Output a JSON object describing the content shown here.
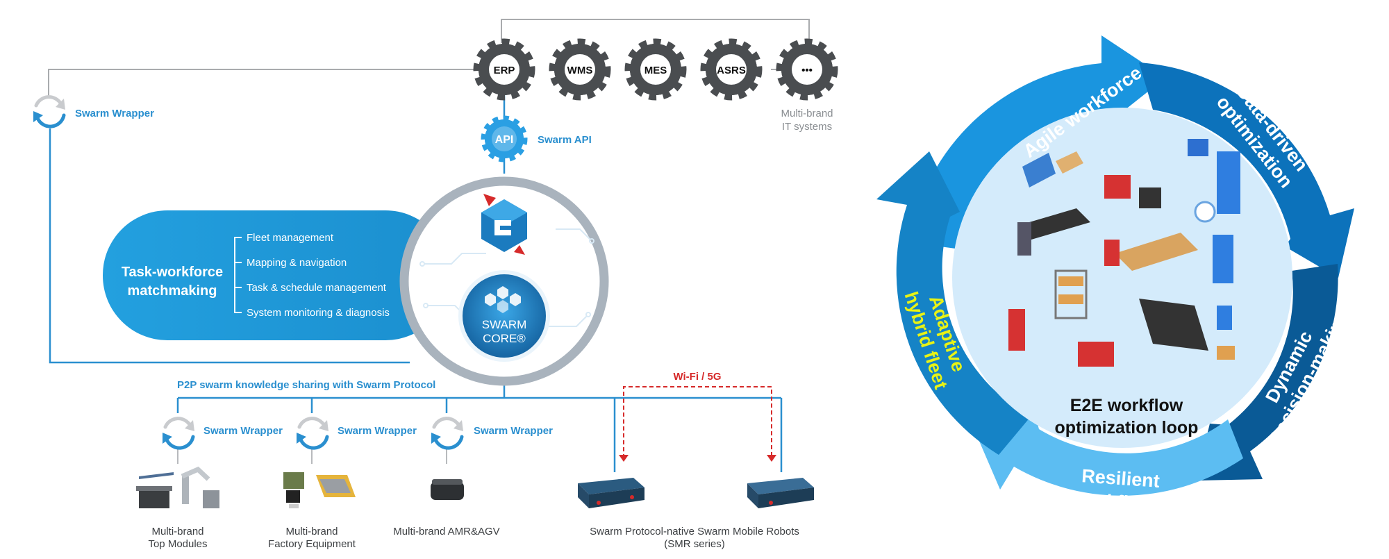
{
  "architecture": {
    "it_systems": [
      "ERP",
      "WMS",
      "MES",
      "ASRS",
      "•••"
    ],
    "it_caption": [
      "Multi-brand",
      "IT systems"
    ],
    "api": {
      "badge": "API",
      "label": "Swarm API"
    },
    "top_wrapper_label": "Swarm Wrapper",
    "core_badge": [
      "SWARM",
      "CORE®"
    ],
    "capability": {
      "title": [
        "Task-workforce",
        "matchmaking"
      ],
      "items": [
        "Fleet management",
        "Mapping & navigation",
        "Task & schedule management",
        "System monitoring & diagnosis"
      ]
    },
    "p2p_label": "P2P swarm knowledge sharing with Swarm Protocol",
    "wifi_label": "Wi-Fi / 5G",
    "wrappers": [
      "Swarm Wrapper",
      "Swarm Wrapper",
      "Swarm Wrapper"
    ],
    "devices": {
      "top_modules": [
        "Multi-brand",
        "Top Modules"
      ],
      "factory_equipment": [
        "Multi-brand",
        "Factory Equipment"
      ],
      "amr_agv": [
        "Multi-brand AMR&AGV"
      ],
      "smr": [
        "Swarm Protocol-native Swarm Mobile Robots",
        "(SMR series)"
      ]
    },
    "colors": {
      "blue": "#2a8fcf",
      "gear": "#4a4d50",
      "wifi_red": "#d62a2a",
      "line_grey": "#a9abae"
    }
  },
  "loop": {
    "center_title": [
      "E2E workflow",
      "optimization loop"
    ],
    "segments": {
      "agile": "Agile workforce",
      "data_driven": [
        "Data-driven",
        "optimization"
      ],
      "dynamic": [
        "Dynamic",
        "Decision-making"
      ],
      "resilient": [
        "Resilient",
        "workflows"
      ],
      "adaptive": [
        "Adaptive",
        "hybrid fleet"
      ]
    },
    "colors": {
      "arrow_top": "#1a95df",
      "arrow_right": "#0c72bb",
      "arrow_dark": "#0a5a96",
      "arrow_bottom": "#5cbdf2",
      "arrow_left": "#1583c6",
      "inner": "#d4ebfb",
      "highlight": "#e8f215"
    }
  }
}
